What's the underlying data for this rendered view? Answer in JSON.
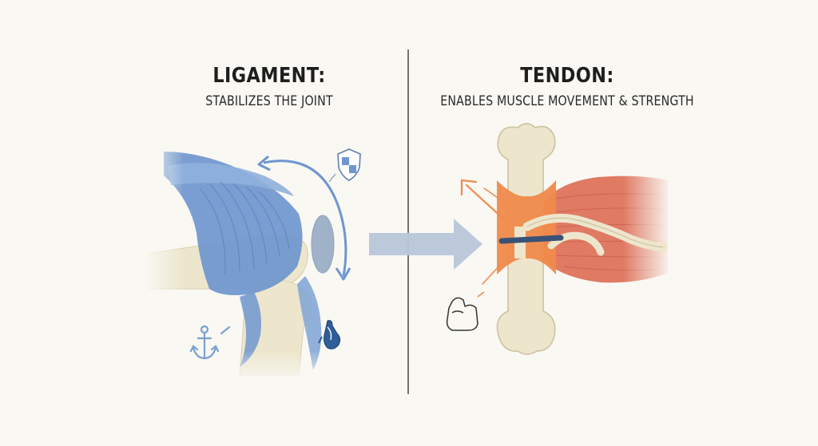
{
  "ligament": {
    "title": "LIGAMENT:",
    "subtitle": "STABILIZES THE JOINT"
  },
  "tendon": {
    "title": "TENDON:",
    "subtitle": "ENABLES MUSCLE MOVEMENT & STRENGTH"
  },
  "icons": {
    "shield": "shield-icon",
    "anchor": "anchor-icon",
    "ankle_joint": "ankle-joint-icon",
    "flexed_arm": "flexed-arm-icon"
  },
  "colors": {
    "background": "#f9f8f3",
    "ligament_blue": "#6f96cf",
    "bone": "#ede6cc",
    "tendon_orange": "#f08a4b",
    "muscle_red": "#e07a63",
    "divider": "#3a3a3a",
    "arrow": "#b7c6d8",
    "text": "#1e1e1e"
  }
}
